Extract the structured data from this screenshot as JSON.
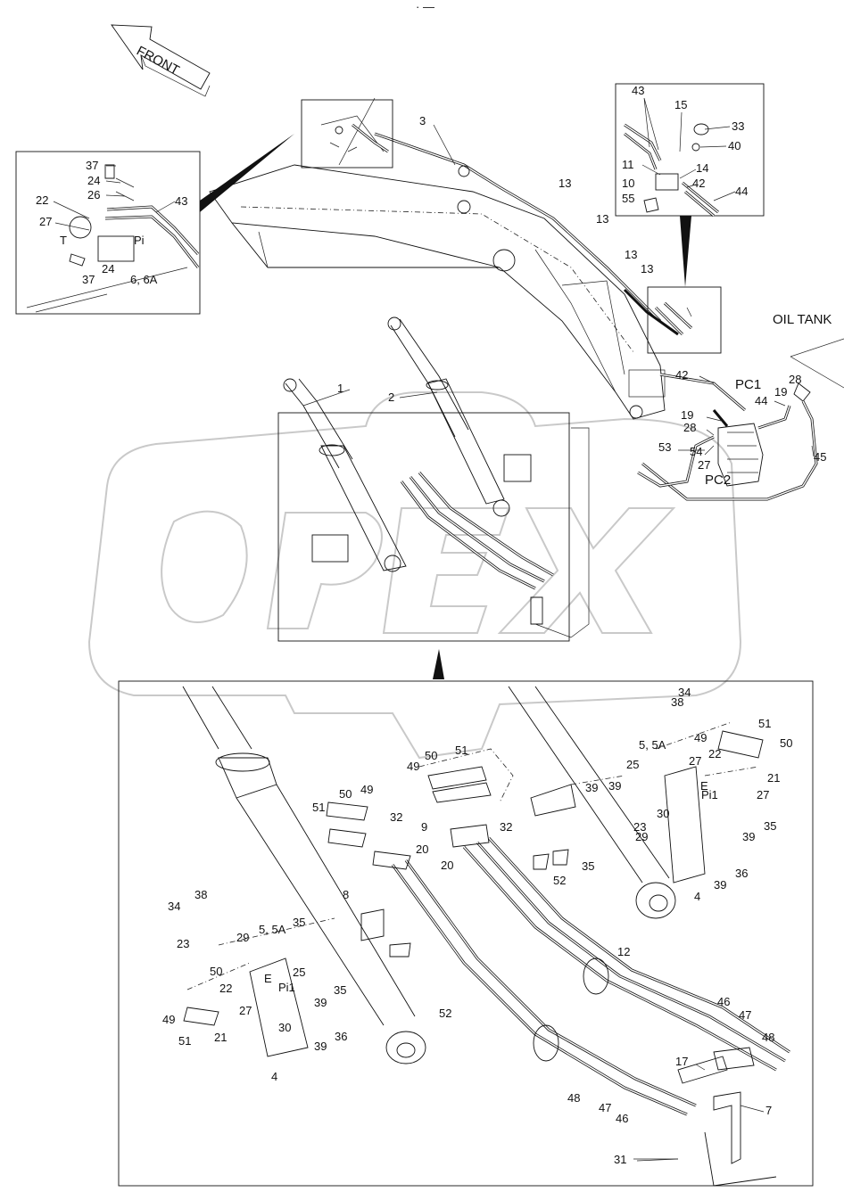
{
  "top_mark": "· —",
  "front_label": "FRONT",
  "oil_tank_label": "OIL TANK",
  "watermark": "OPEX",
  "labels": {
    "l1": "1",
    "l2": "2",
    "l3": "3",
    "l4a": "4",
    "l4b": "4",
    "l5a": "5, 5A",
    "l5b": "5, 5A",
    "l6": "6, 6A",
    "l7": "7",
    "l8": "8",
    "l9": "9",
    "l10": "10",
    "l11": "11",
    "l12": "12",
    "l13a": "13",
    "l13b": "13",
    "l13c": "13",
    "l13d": "13",
    "l14": "14",
    "l15": "15",
    "l17": "17",
    "l19a": "19",
    "l19b": "19",
    "l20a": "20",
    "l20b": "20",
    "l21a": "21",
    "l21b": "21",
    "l22a": "22",
    "l22b": "22",
    "l22c": "22",
    "l23a": "23",
    "l23b": "23",
    "l24a": "24",
    "l24b": "24",
    "l25a": "25",
    "l25b": "25",
    "l26": "26",
    "l27a": "27",
    "l27b": "27",
    "l27c": "27",
    "l27d": "27",
    "l27e": "27",
    "l28a": "28",
    "l28b": "28",
    "l29a": "29",
    "l29b": "29",
    "l30a": "30",
    "l30b": "30",
    "l31": "31",
    "l32a": "32",
    "l32b": "32",
    "l33": "33",
    "l34a": "34",
    "l34b": "34",
    "l35a": "35",
    "l35b": "35",
    "l35c": "35",
    "l35d": "35",
    "l36a": "36",
    "l36b": "36",
    "l37a": "37",
    "l37b": "37",
    "l38a": "38",
    "l38b": "38",
    "l39a": "39",
    "l39b": "39",
    "l39c": "39",
    "l39d": "39",
    "l39e": "39",
    "l40": "40",
    "l42a": "42",
    "l42b": "42",
    "l43a": "43",
    "l43b": "43",
    "l44a": "44",
    "l44b": "44",
    "l45": "45",
    "l46a": "46",
    "l46b": "46",
    "l47a": "47",
    "l47b": "47",
    "l48a": "48",
    "l48b": "48",
    "l49a": "49",
    "l49b": "49",
    "l49c": "49",
    "l49d": "49",
    "l50a": "50",
    "l50b": "50",
    "l50c": "50",
    "l50d": "50",
    "l51a": "51",
    "l51b": "51",
    "l51c": "51",
    "l51d": "51",
    "l52a": "52",
    "l52b": "52",
    "l53": "53",
    "l54": "54",
    "l55": "55",
    "pc1": "PC1",
    "pc2": "PC2",
    "portT": "T",
    "portPi": "Pi",
    "portE1": "E",
    "portPi1": "Pi1",
    "portE2": "E",
    "portPi2": "Pi1"
  }
}
